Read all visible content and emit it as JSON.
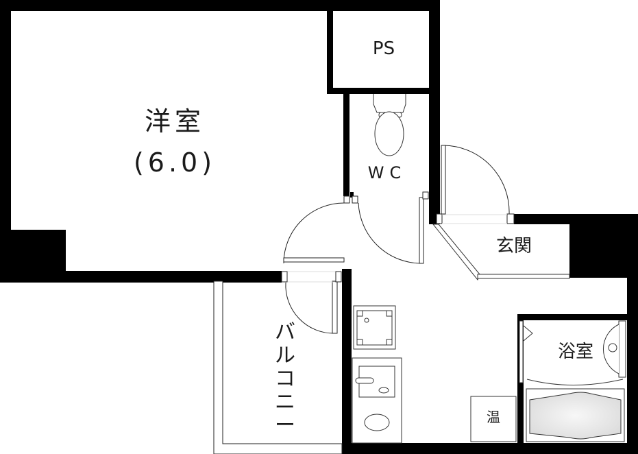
{
  "floor_plan": {
    "rooms": {
      "western_room": {
        "name": "洋室",
        "size": "(6.0)"
      },
      "pipe_space": {
        "name": "PS"
      },
      "toilet": {
        "name": "WC"
      },
      "entrance": {
        "name": "玄関"
      },
      "bathroom": {
        "name": "浴室"
      },
      "water_heater": {
        "name": "温"
      },
      "balcony": {
        "name": "バルコニー"
      }
    },
    "colors": {
      "wall": "#000000",
      "background": "#ffffff",
      "text": "#1a1a1a",
      "fixture_line": "#333333"
    }
  }
}
